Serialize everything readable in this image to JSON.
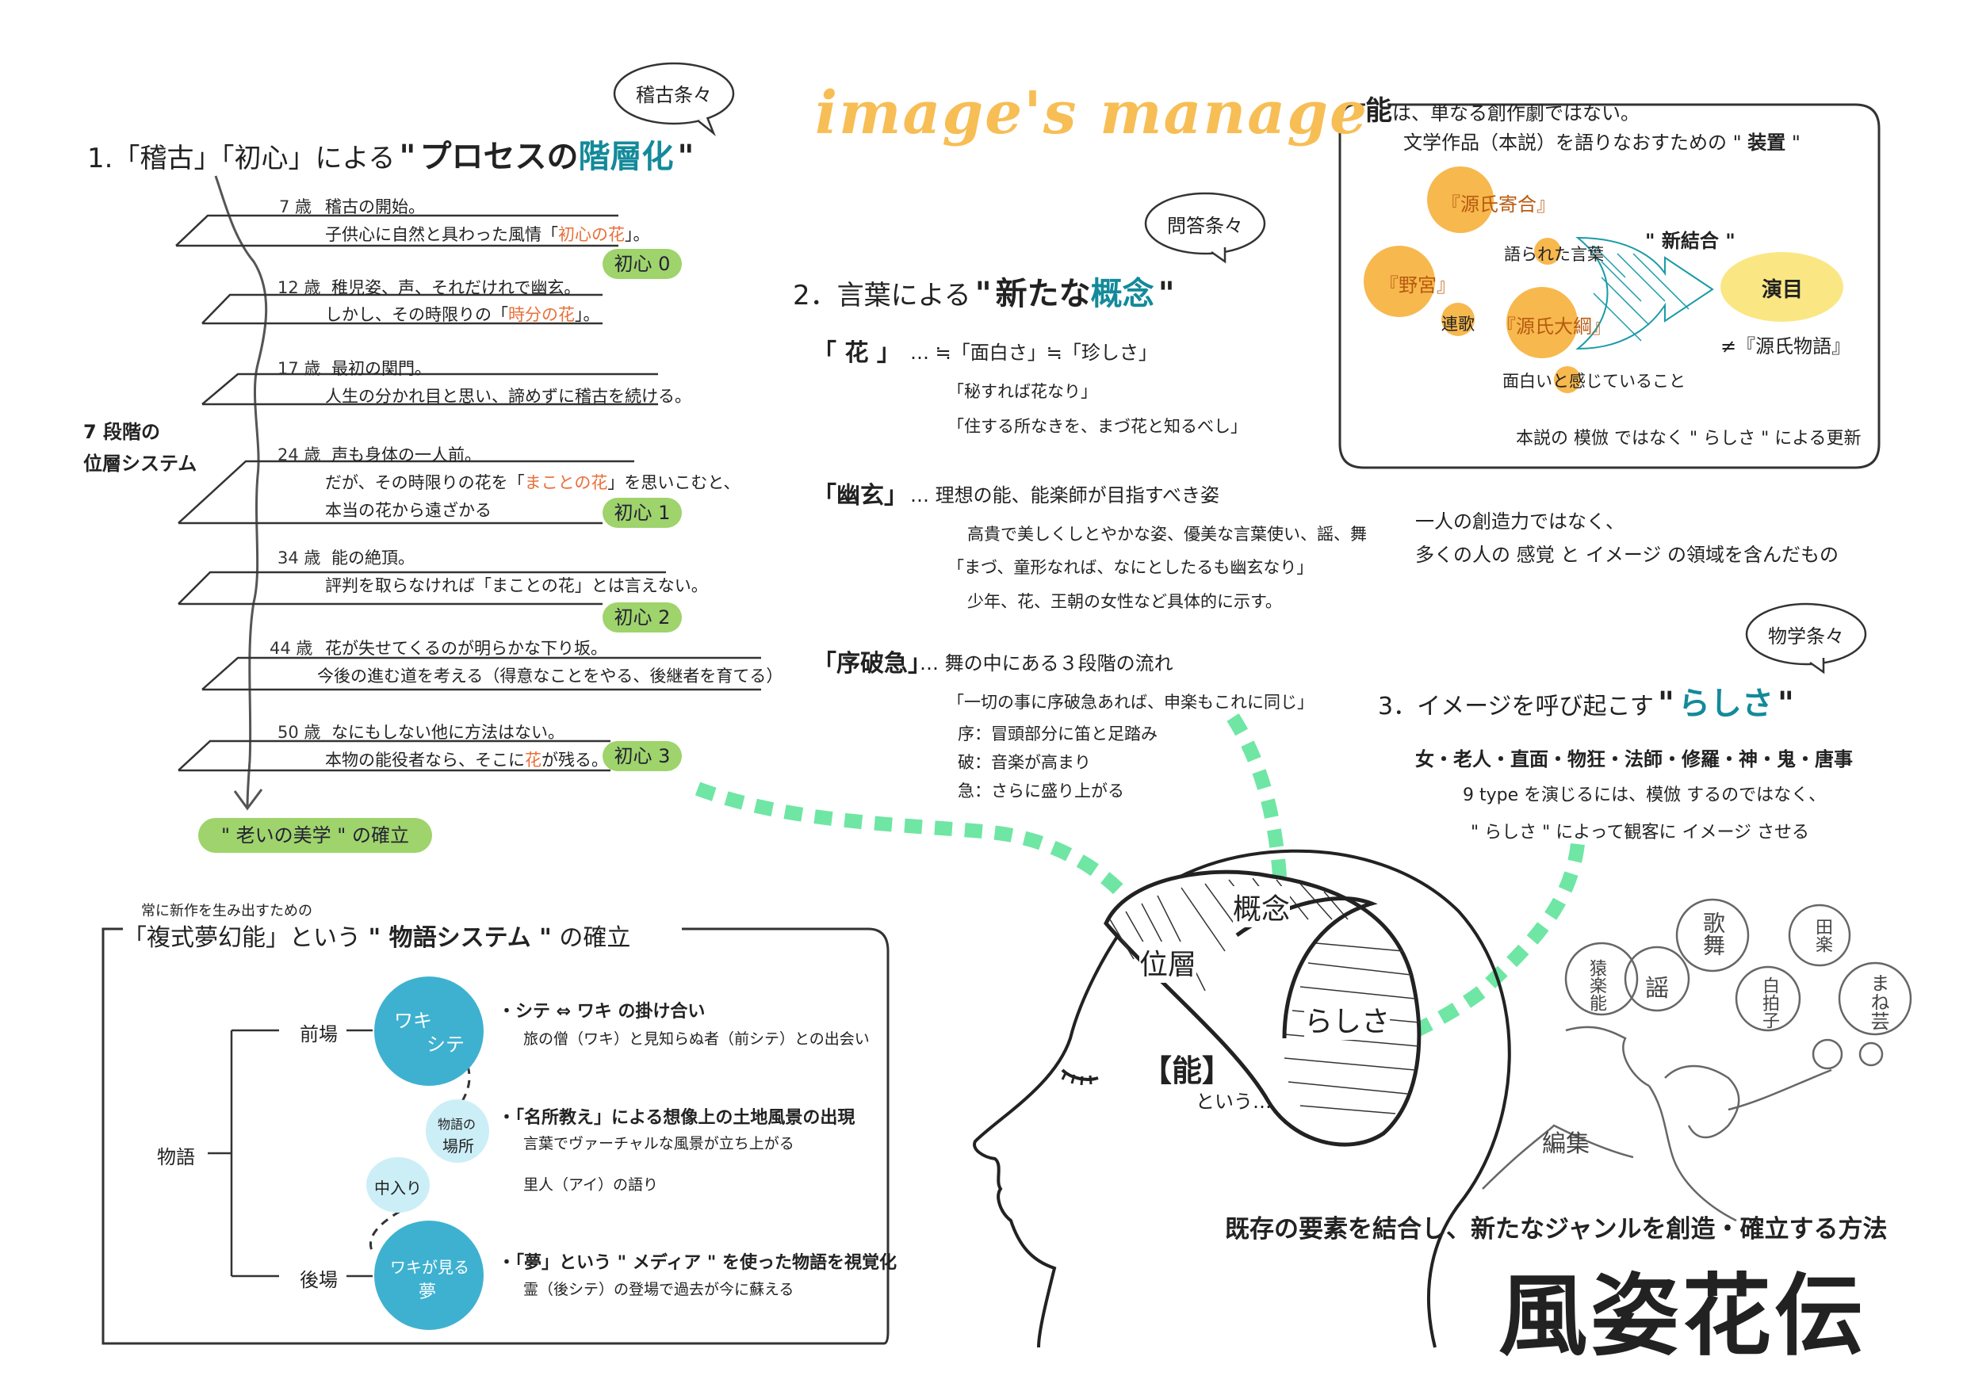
{
  "header": {
    "brand_title": "image's manage"
  },
  "section1": {
    "number_label": "1.「稽古」「初心」による",
    "open_quote": "\"",
    "title_a": "プロセスの",
    "title_b": "階層化",
    "close_quote": "\"",
    "bubble": "稽古条々",
    "system_label_1": "7 段階の",
    "system_label_2": "位層システム",
    "steps": [
      {
        "age": "7 歳",
        "line1": "稽古の開始。",
        "line2_pre": "子供心に自然と具わった風情「",
        "line2_em": "初心の花",
        "line2_post": "」。"
      },
      {
        "age": "12 歳",
        "line1": "稚児姿、声、それだけれで幽玄。",
        "line2_pre": "しかし、その時限りの「",
        "line2_em": "時分の花",
        "line2_post": "」。"
      },
      {
        "age": "17 歳",
        "line1": "最初の関門。",
        "line2_pre": "人生の分かれ目と思い、諦めずに稽古を続ける。",
        "line2_em": "",
        "line2_post": ""
      },
      {
        "age": "24 歳",
        "line1": "声も身体の一人前。",
        "line2_pre": "だが、その時限りの花を「",
        "line2_em": "まことの花",
        "line2_post": "」を思いこむと、",
        "line3": "本当の花から遠ざかる"
      },
      {
        "age": "34 歳",
        "line1": "能の絶頂。",
        "line2_pre": "評判を取らなければ「まことの花」とは言えない。",
        "line2_em": "",
        "line2_post": ""
      },
      {
        "age": "44 歳",
        "line1": "花が失せてくるのが明らかな下り坂。",
        "line2_pre": "今後の進む道を考える（得意なことをやる、後継者を育てる）",
        "line2_em": "",
        "line2_post": ""
      },
      {
        "age": "50 歳",
        "line1": "なにもしない他に方法はない。",
        "line2_pre": "本物の能役者なら、そこに",
        "line2_em": "花",
        "line2_post": "が残る。"
      }
    ],
    "badges": [
      "初心 0",
      "初心 1",
      "初心 2",
      "初心 3"
    ],
    "conclusion": "\" 老いの美学 \" の確立"
  },
  "section2": {
    "number_label": "2．言葉による",
    "open_quote": "\"",
    "title_a": "新たな",
    "title_b": "概念",
    "close_quote": "\"",
    "bubble": "問答条々",
    "items": [
      {
        "term": "「 花 」",
        "gloss": "… ≒「面白さ」≒「珍しさ」",
        "lines": [
          "「秘すれば花なり」",
          "「住する所なきを、まづ花と知るべし」"
        ]
      },
      {
        "term": "「幽玄」",
        "gloss": "… 理想の能、能楽師が目指すべき姿",
        "lines": [
          "高貴で美しくしとやかな姿、優美な言葉使い、謡、舞",
          "「まづ、童形なれば、なにとしたるも幽玄なり」",
          "少年、花、王朝の女性など具体的に示す。"
        ]
      },
      {
        "term": "「序破急」",
        "gloss": "… 舞の中にある３段階の流れ",
        "lines": [
          "「一切の事に序破急あれば、申楽もこれに同じ」",
          "序：冒頭部分に笛と足踏み",
          "破：音楽が高まり",
          "急：さらに盛り上がる"
        ]
      }
    ]
  },
  "noh_box": {
    "title_a": "能",
    "title_b": "は、単なる創作劇ではない。",
    "sub": "文学作品（本説）を語りなおすための",
    "sub_em": "装置",
    "genji_yose": "『源氏寄合』",
    "nonomiya": "『野宮』",
    "renga": "連歌",
    "genji_taiko": "『源氏大綱』",
    "katarareta": "語られた言葉",
    "shin_ketsugo": "\" 新結合 \"",
    "enmoku": "演目",
    "not_genji": "≠『源氏物語』",
    "omoshiroi": "面白いと感じていること",
    "footer": "本説の 模倣 ではなく \" らしさ \" による更新"
  },
  "middle_right": {
    "line1": "一人の創造力ではなく、",
    "line2": "多くの人の 感覚 と イメージ の領域を含んだもの"
  },
  "section3": {
    "number_label": "3．イメージを呼び起こす",
    "open_quote": "\"",
    "title": "らしさ",
    "close_quote": "\"",
    "bubble": "物学条々",
    "types": "女・老人・直面・物狂・法師・修羅・神・鬼・唐事",
    "line2": "9 type を演じるには、模倣 するのではなく、",
    "line3": "\" らしさ \" によって観客に イメージ させる"
  },
  "section4": {
    "pre_label": "常に新作を生み出すための",
    "title_pre": "「複式夢幻能」という",
    "title_em": "\" 物語システム \"",
    "title_post": "の確立",
    "monogatari": "物語",
    "maeba": "前場",
    "nochiba": "後場",
    "waki_shite_1": "ワキ",
    "waki_shite_2": "シテ",
    "waki_yume_1": "ワキが見る",
    "waki_yume_2": "夢",
    "basho_1": "物語の",
    "basho_2": "場所",
    "nakairi": "中入り",
    "p1_title": "・シテ ⇔ ワキ の掛け合い",
    "p1_sub": "旅の僧（ワキ）と見知らぬ者（前シテ）との出会い",
    "p2_title": "・「名所教え」による想像上の土地風景の出現",
    "p2_sub": "言葉でヴァーチャルな風景が立ち上がる",
    "p3_sub": "里人（アイ）の語り",
    "p4_title": "・「夢」という \" メディア \" を使った物語を視覚化",
    "p4_sub": "霊（後シテ）の登場で過去が今に蘇える"
  },
  "head": {
    "iso": "位層",
    "gainen": "概念",
    "rashisa": "らしさ",
    "noh": "【能】",
    "toiu": "という…"
  },
  "doodle": {
    "sarugaku": "猿楽能",
    "kabu": "歌舞",
    "dengaku": "田楽",
    "shirabyoshi": "白拍子",
    "utai": "謡",
    "maneru": "まね芸",
    "henshu": "編集"
  },
  "footer": {
    "tagline": "既存の要素を結合し、新たなジャンルを創造・確立する方法",
    "big_title": "風姿花伝"
  }
}
